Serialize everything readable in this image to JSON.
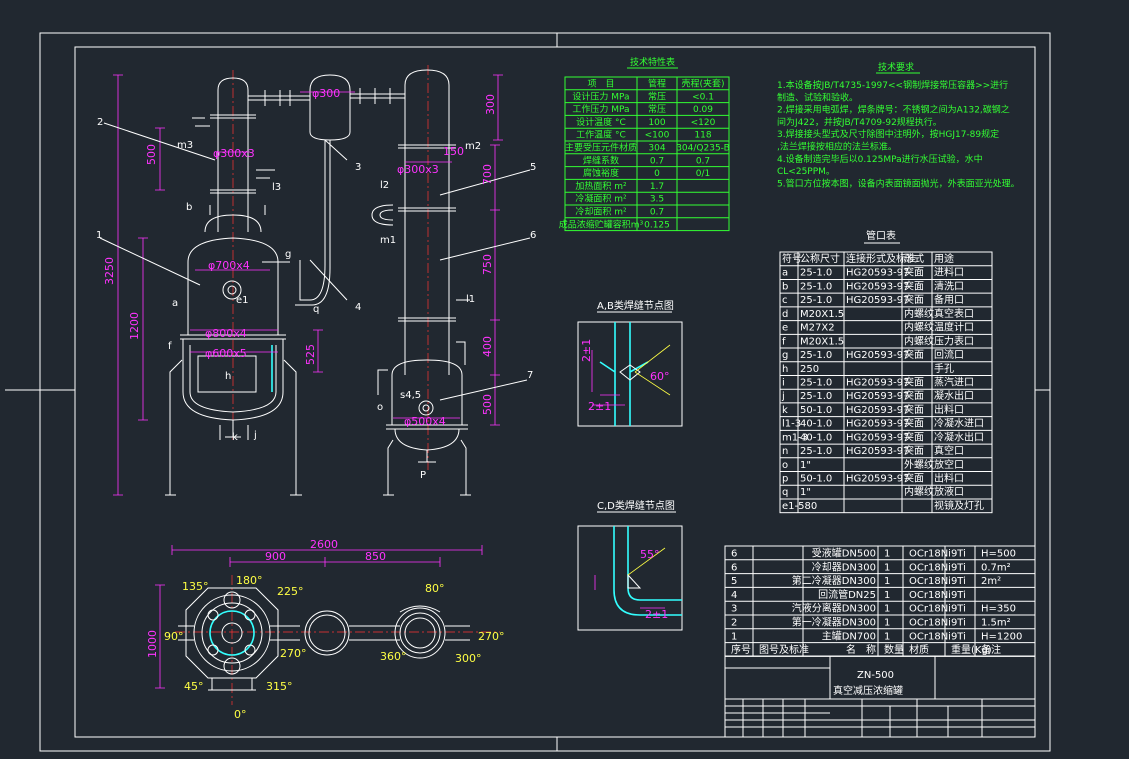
{
  "colors": {
    "background": "#212830",
    "outline": "#ffffff",
    "dimension": "#ff33ff",
    "text": "#ffff44",
    "table": "#33ff33",
    "weld": "#33ffff",
    "centerline": "#ff3333"
  },
  "tech_char": {
    "title": "技术特性表",
    "headers": [
      "项　目",
      "管程",
      "壳程(夹套)"
    ],
    "rows": [
      [
        "设计压力 MPa",
        "常压",
        "<0.1"
      ],
      [
        "工作压力 MPa",
        "常压",
        "0.09"
      ],
      [
        "设计温度 °C",
        "100",
        "<120"
      ],
      [
        "工作温度 °C",
        "<100",
        "118"
      ],
      [
        "主要受压元件材质",
        "304",
        "304/Q235-B"
      ],
      [
        "焊缝系数",
        "0.7",
        "0.7"
      ],
      [
        "腐蚀裕度",
        "0",
        "0/1"
      ],
      [
        "加热面积 m²",
        "1.7",
        ""
      ],
      [
        "冷凝面积 m²",
        "3.5",
        ""
      ],
      [
        "冷却面积 m²",
        "0.7",
        ""
      ],
      [
        "成品浓缩贮罐容积m³",
        "0.125",
        ""
      ]
    ]
  },
  "tech_req": {
    "title": "技术要求",
    "lines": [
      "1.本设备按JB/T4735-1997<<钢制焊接常压容器>>进行",
      "  制造、试验和验收。",
      "2.焊接采用电弧焊，焊条牌号：不锈钢之间为A132,碳钢之",
      "  间为J422，并按JB/T4709-92规程执行。",
      "3.焊接接头型式及尺寸除图中注明外，按HGJ17-89规定",
      "  ,法兰焊接按相应的法兰标准。",
      "4.设备制造完毕后以0.125MPa进行水压试验，水中",
      "  CL<25PPM。",
      "5.管口方位按本图，设备内表面镜面抛光，外表面亚光处理。"
    ]
  },
  "nozzles": {
    "title": "管口表",
    "headers": [
      "符号",
      "公称尺寸",
      "连接形式及标准",
      "形式",
      "用途"
    ],
    "rows": [
      [
        "a",
        "25-1.0",
        "HG20593-97",
        "突面",
        "进料口"
      ],
      [
        "b",
        "25-1.0",
        "HG20593-97",
        "突面",
        "清洗口"
      ],
      [
        "c",
        "25-1.0",
        "HG20593-97",
        "突面",
        "备用口"
      ],
      [
        "d",
        "M20X1.5",
        "",
        "内螺纹",
        "真空表口"
      ],
      [
        "e",
        "M27X2",
        "",
        "内螺纹",
        "温度计口"
      ],
      [
        "f",
        "M20X1.5",
        "",
        "内螺纹",
        "压力表口"
      ],
      [
        "g",
        "25-1.0",
        "HG20593-97",
        "突面",
        "回流口"
      ],
      [
        "h",
        "250",
        "",
        "",
        "手孔"
      ],
      [
        "i",
        "25-1.0",
        "HG20593-97",
        "突面",
        "蒸汽进口"
      ],
      [
        "j",
        "25-1.0",
        "HG20593-97",
        "突面",
        "凝水出口"
      ],
      [
        "k",
        "50-1.0",
        "HG20593-97",
        "突面",
        "出料口"
      ],
      [
        "l1-3",
        "40-1.0",
        "HG20593-97",
        "突面",
        "冷凝水进口"
      ],
      [
        "m1-3",
        "40-1.0",
        "HG20593-97",
        "突面",
        "冷凝水出口"
      ],
      [
        "n",
        "25-1.0",
        "HG20593-97",
        "突面",
        "真空口"
      ],
      [
        "o",
        "1\"",
        "",
        "外螺纹",
        "放空口"
      ],
      [
        "p",
        "50-1.0",
        "HG20593-97",
        "突面",
        "出料口"
      ],
      [
        "q",
        "1\"",
        "",
        "内螺纹",
        "放液口"
      ],
      [
        "e1-580",
        "",
        "",
        "",
        "视镜及灯孔"
      ]
    ]
  },
  "parts": {
    "rows": [
      [
        "6",
        "",
        "受液罐DN500",
        "1",
        "OCr18Ni9Ti",
        "",
        "H=500"
      ],
      [
        "6",
        "",
        "冷却器DN300",
        "1",
        "OCr18Ni9Ti",
        "",
        "0.7m²"
      ],
      [
        "5",
        "",
        "第二冷凝器DN300",
        "1",
        "OCr18Ni9Ti",
        "",
        "2m²"
      ],
      [
        "4",
        "",
        "回流管DN25",
        "1",
        "OCr18Ni9Ti",
        "",
        ""
      ],
      [
        "3",
        "",
        "汽液分离器DN300",
        "1",
        "OCr18Ni9Ti",
        "",
        "H=350"
      ],
      [
        "2",
        "",
        "第一冷凝器DN300",
        "1",
        "OCr18Ni9Ti",
        "",
        "1.5m²"
      ],
      [
        "1",
        "",
        "主罐DN700",
        "1",
        "OCr18Ni9Ti",
        "",
        "H=1200"
      ]
    ],
    "headers": [
      "序号",
      "图号及标准",
      "名　称",
      "数量",
      "材质",
      "重量(Kg)",
      "备注"
    ]
  },
  "title_block": {
    "name": "ZN-500",
    "subtitle": "真空减压浓缩罐"
  },
  "weld_ab": {
    "title": "A,B类焊缝节点图",
    "angle": "60°",
    "gap1": "2±1",
    "gap2": "2±1"
  },
  "weld_cd": {
    "title": "C,D类焊缝节点图",
    "angle": "55°",
    "gap": "2±1"
  },
  "dims": {
    "overall_h": "3250",
    "main_h": "1200",
    "tank_d": "φ700x4",
    "jacket_d": "φ800x4",
    "mid_d": "φ600x5",
    "c1_d": "φ300x3",
    "c1_h": "500",
    "sep_d": "φ300",
    "sep_h": "300",
    "c2_d": "φ300x3",
    "d150": "150",
    "d700": "700",
    "d750": "750",
    "d400": "400",
    "d500": "500",
    "r_d": "φ500x4",
    "d525": "525",
    "plan_w": "2600",
    "plan_a": "900",
    "plan_b": "850",
    "plan_h": "1000"
  },
  "labels": {
    "p1": "1",
    "p2": "2",
    "p3": "3",
    "p4": "4",
    "p5": "5",
    "p6": "6",
    "p7": "7",
    "m3": "m3",
    "l3": "l3",
    "m2": "m2",
    "l2": "l2",
    "m1": "m1",
    "l1": "l1",
    "s45": "s4,5",
    "o": "o",
    "h": "h",
    "e1": "e1",
    "g": "g",
    "q": "q",
    "k": "k",
    "j": "j",
    "f": "f",
    "p": "P",
    "a": "a",
    "b": "b"
  },
  "angles": [
    "135°",
    "180°",
    "225°",
    "90°",
    "270°",
    "45°",
    "0°",
    "315°",
    "360°",
    "80°",
    "300°",
    "270°"
  ]
}
